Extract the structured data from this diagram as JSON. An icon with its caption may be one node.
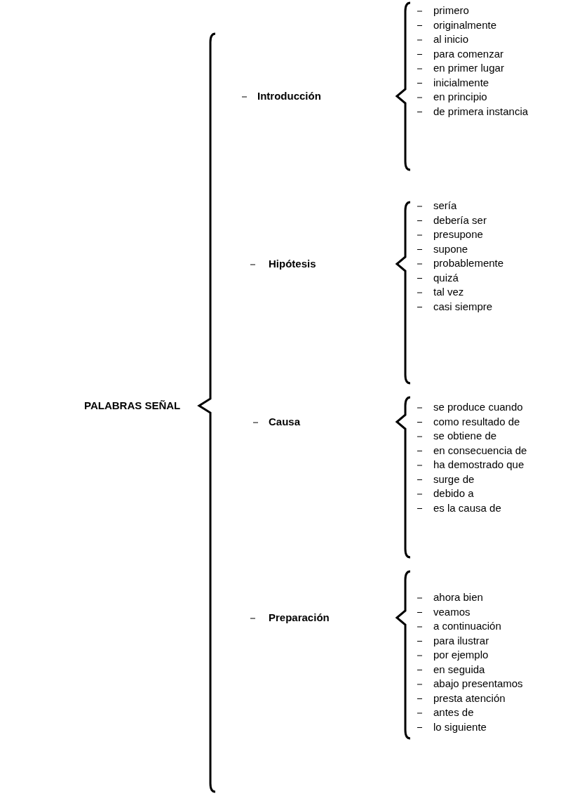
{
  "diagram": {
    "labels": [
      "PALABRAS SEÑAL",
      "Introducción",
      "primero",
      "originalmente",
      "al inicio",
      "para comenzar",
      "en primer lugar",
      "inicialmente",
      "en principio",
      "de primera instancia",
      "Hipótesis",
      "sería",
      "debería ser",
      "presupone",
      "supone",
      "probablemente",
      "quizá",
      "tal vez",
      "casi siempre",
      "Causa",
      "se produce cuando",
      "como resultado de",
      "se obtiene de",
      "en consecuencia de",
      "ha demostrado que",
      "surge de",
      "debido a",
      "es la causa de",
      "Preparación",
      "ahora bien",
      "veamos",
      "a continuación",
      "para ilustrar",
      "por ejemplo",
      "en seguida",
      "abajo presentamos",
      "presta atención",
      "antes de",
      "lo siguiente"
    ]
  }
}
